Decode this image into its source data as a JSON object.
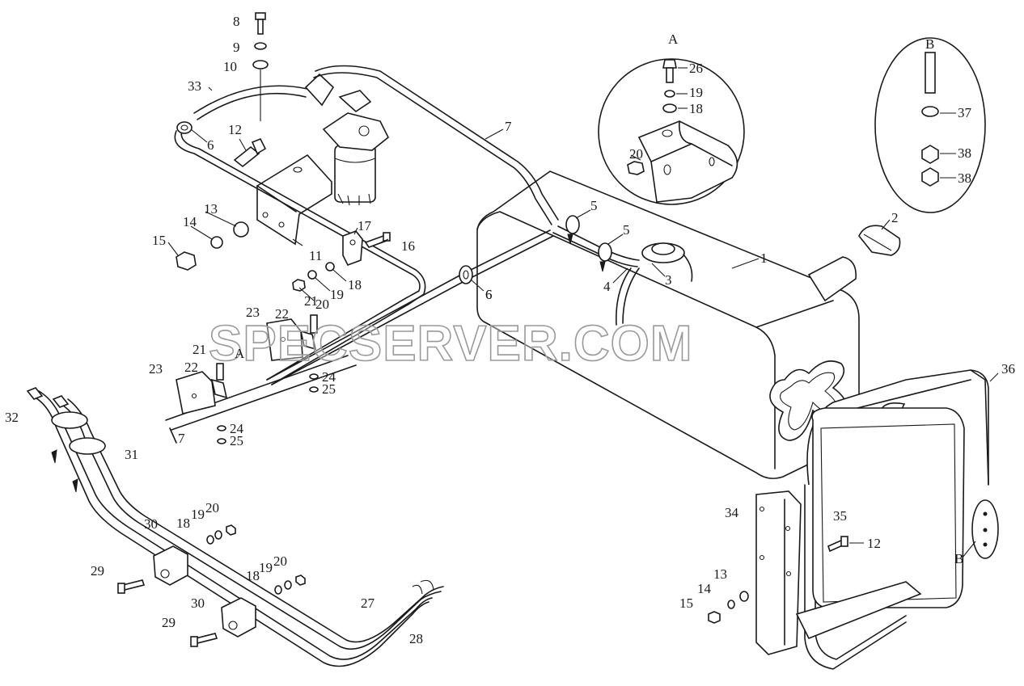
{
  "watermark": "SPECSERVER.COM",
  "detail_views": {
    "A": "A",
    "B": "B"
  },
  "callouts": [
    "1",
    "2",
    "3",
    "4",
    "5",
    "5",
    "6",
    "6",
    "6",
    "7",
    "7",
    "8",
    "9",
    "10",
    "11",
    "12",
    "12",
    "13",
    "13",
    "14",
    "14",
    "15",
    "15",
    "16",
    "17",
    "18",
    "18",
    "18",
    "18",
    "19",
    "19",
    "19",
    "19",
    "20",
    "20",
    "20",
    "20",
    "21",
    "21",
    "22",
    "22",
    "23",
    "23",
    "24",
    "24",
    "25",
    "25",
    "26",
    "27",
    "28",
    "29",
    "29",
    "30",
    "30",
    "31",
    "32",
    "33",
    "34",
    "35",
    "36",
    "37",
    "38",
    "38"
  ]
}
